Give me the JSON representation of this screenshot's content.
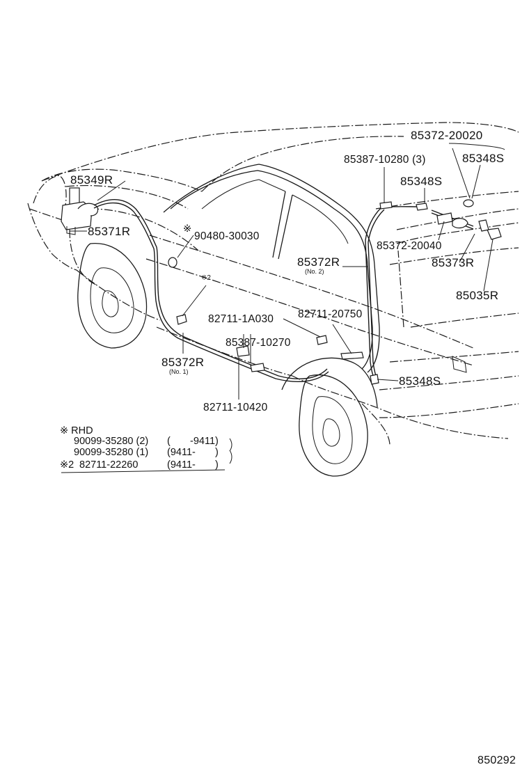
{
  "parts": {
    "p_85372_20020": "85372-20020",
    "p_85387_10280": "85387-10280 (3)",
    "p_85348S_right": "85348S",
    "p_85348S_mid": "85348S",
    "p_85349R": "85349R",
    "p_85371R": "85371R",
    "p_90480_30030": "90480-30030",
    "p_85372_20040": "85372-20040",
    "p_85372R_no2": "85372R",
    "p_85372R_no2_sub": "(No. 2)",
    "p_85373R": "85373R",
    "p_85035R": "85035R",
    "p_82711_1A030": "82711-1A030",
    "p_82711_20750": "82711-20750",
    "p_85387_10270": "85387-10270",
    "p_85348S_lower": "85348S",
    "p_85372R_no1": "85372R",
    "p_85372R_no1_sub": "(No. 1)",
    "p_82711_10420": "82711-10420"
  },
  "markers": {
    "mark_rhd_symbol": "※",
    "mark_2": "※2"
  },
  "notes": {
    "rhd_title": "※ RHD",
    "line1_part": "90099-35280 (2)",
    "line1_range": "(       -9411)",
    "line2_part": "90099-35280 (1)",
    "line2_range": "(9411-       )",
    "line3_marker": "※2",
    "line3_part": "82711-22260",
    "line3_range": "(9411-       )"
  },
  "diagram_ref": "850292"
}
